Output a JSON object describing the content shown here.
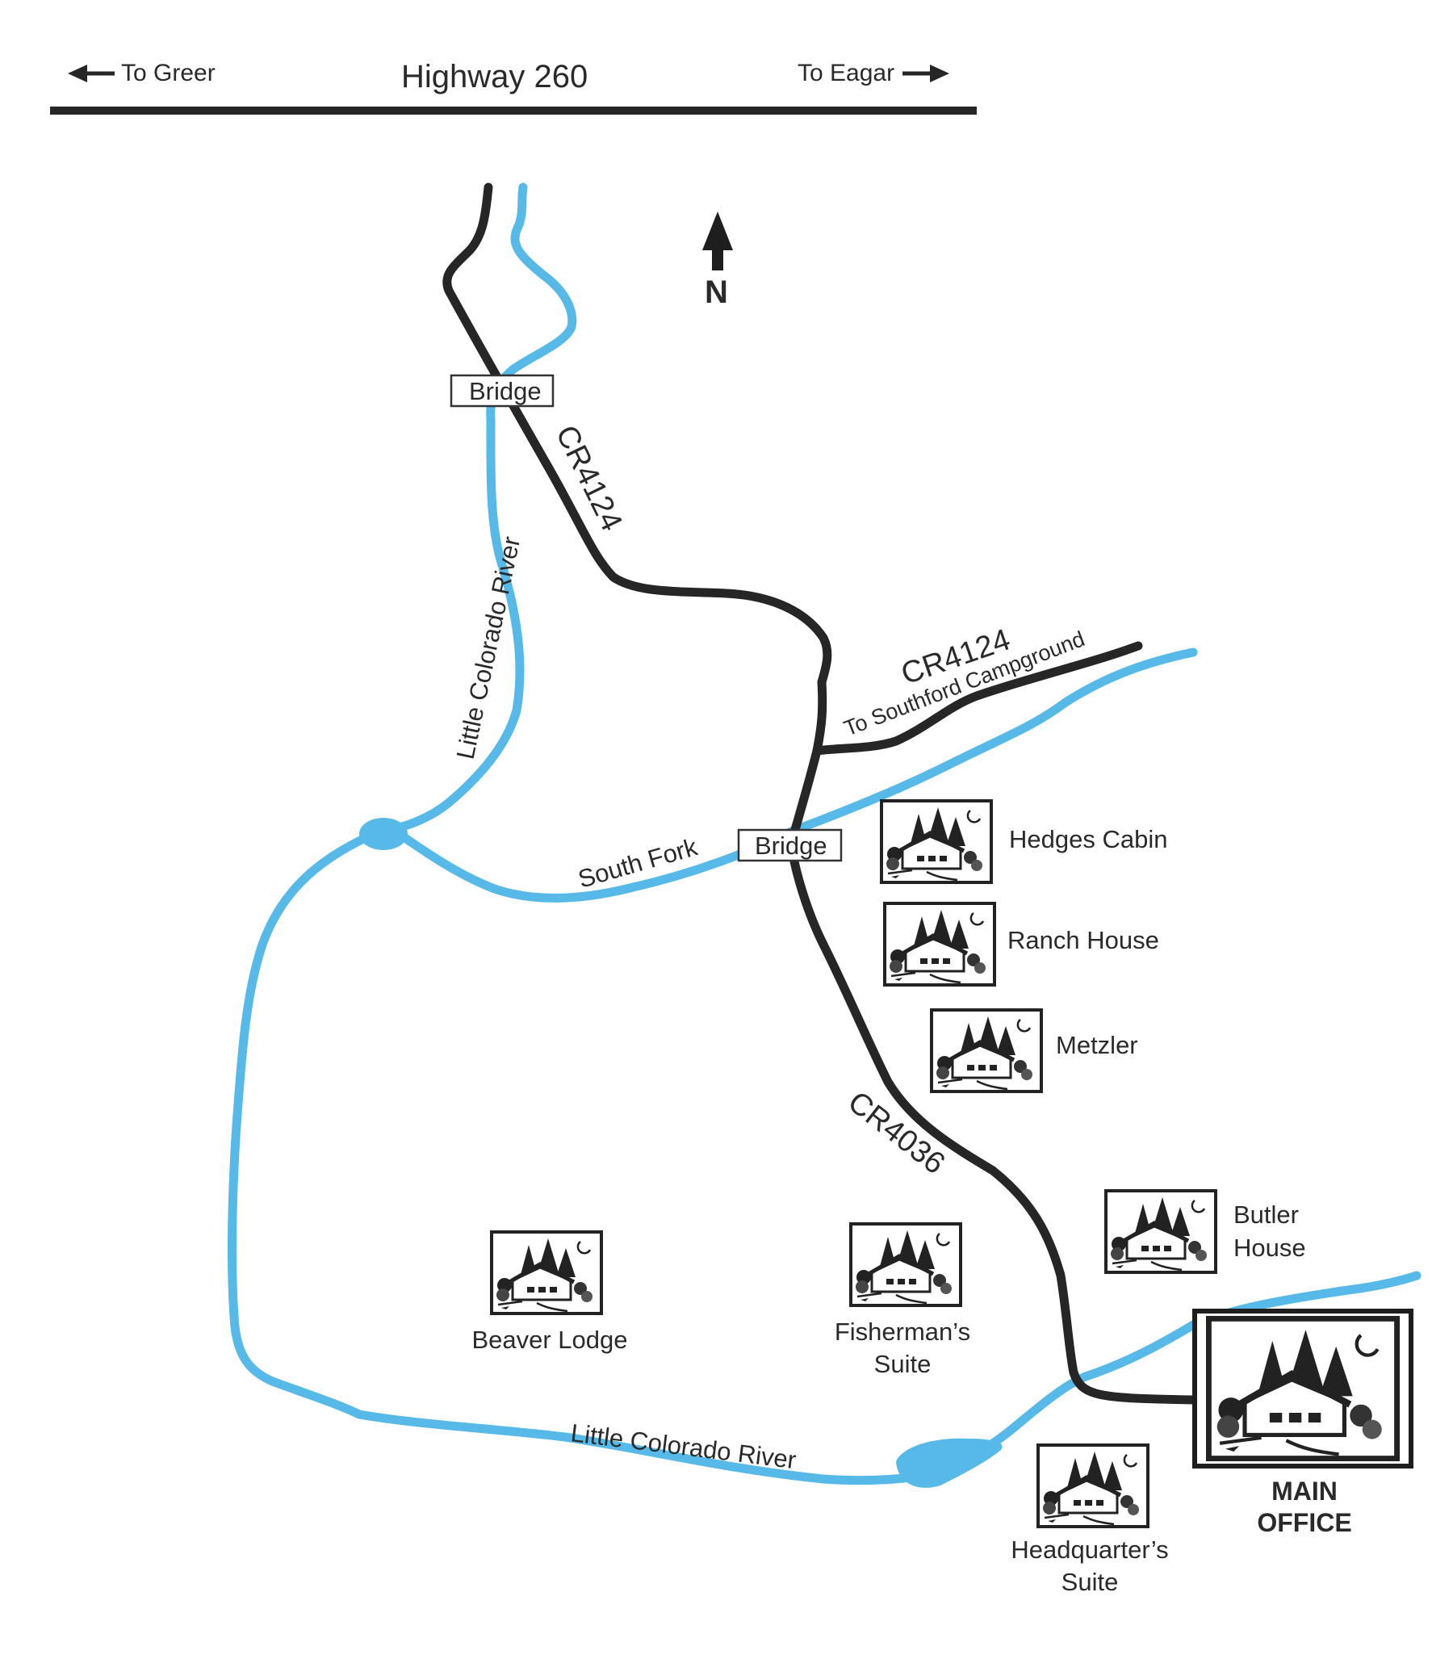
{
  "highway": {
    "name": "Highway 260",
    "left_destination": "To Greer",
    "right_destination": "To Eagar"
  },
  "compass": {
    "label": "N"
  },
  "roads": {
    "cr4124_north": "CR4124",
    "cr4124_east": "CR4124",
    "cr4124_east_note": "To Southford Campground",
    "cr4036": "CR4036"
  },
  "bridges": {
    "north": "Bridge",
    "south_fork": "Bridge"
  },
  "rivers": {
    "little_colorado_upper": "Little Colorado River",
    "south_fork": "South Fork",
    "little_colorado_lower": "Little Colorado River"
  },
  "cabins": [
    {
      "id": "hedges",
      "lines": [
        "Hedges Cabin"
      ]
    },
    {
      "id": "ranch",
      "lines": [
        "Ranch House"
      ]
    },
    {
      "id": "metzler",
      "lines": [
        "Metzler"
      ]
    },
    {
      "id": "butler",
      "lines": [
        "Butler",
        "House"
      ]
    },
    {
      "id": "beaver",
      "lines": [
        "Beaver Lodge"
      ]
    },
    {
      "id": "fisherman",
      "lines": [
        "Fisherman’s",
        "Suite"
      ]
    },
    {
      "id": "headquarters",
      "lines": [
        "Headquarter’s",
        "Suite"
      ]
    }
  ],
  "main_office": {
    "lines": [
      "MAIN",
      "OFFICE"
    ]
  },
  "colors": {
    "river": "#57b9e8",
    "road": "#262626",
    "background": "#ffffff"
  }
}
